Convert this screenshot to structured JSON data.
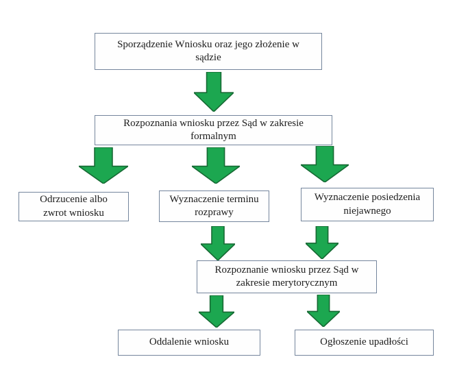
{
  "diagram": {
    "type": "flowchart",
    "language": "pl",
    "colors": {
      "background": "#ffffff",
      "arrow_fill": "#1ca750",
      "arrow_stroke": "#166933",
      "box_border": "#74859c",
      "box_fill": "#fefefe",
      "text": "#1c1c1c"
    },
    "nodes": [
      {
        "id": "sporzadzenie-wniosku",
        "label": "Sporządzenie Wniosku oraz jego złożenie w sądzie"
      },
      {
        "id": "rozpoznanie-formalne",
        "label": "Rozpoznania wniosku przez Sąd w zakresie formalnym"
      },
      {
        "id": "odrzucenie-zwrot",
        "label": "Odrzucenie albo zwrot wniosku"
      },
      {
        "id": "wyznaczenie-terminu",
        "label": "Wyznaczenie terminu rozprawy"
      },
      {
        "id": "posiedzenie-niejawne",
        "label": "Wyznaczenie posiedzenia niejawnego"
      },
      {
        "id": "rozpoznanie-merytoryczne",
        "label": "Rozpoznanie wniosku przez Sąd w zakresie merytorycznym"
      },
      {
        "id": "oddalenie-wniosku",
        "label": "Oddalenie wniosku"
      },
      {
        "id": "ogloszenie-upadlosci",
        "label": "Ogłoszenie upadłości"
      }
    ],
    "edges": [
      {
        "from": "sporzadzenie-wniosku",
        "to": "rozpoznanie-formalne"
      },
      {
        "from": "rozpoznanie-formalne",
        "to": "odrzucenie-zwrot"
      },
      {
        "from": "rozpoznanie-formalne",
        "to": "wyznaczenie-terminu"
      },
      {
        "from": "rozpoznanie-formalne",
        "to": "posiedzenie-niejawne"
      },
      {
        "from": "wyznaczenie-terminu",
        "to": "rozpoznanie-merytoryczne"
      },
      {
        "from": "posiedzenie-niejawne",
        "to": "rozpoznanie-merytoryczne"
      },
      {
        "from": "rozpoznanie-merytoryczne",
        "to": "oddalenie-wniosku"
      },
      {
        "from": "rozpoznanie-merytoryczne",
        "to": "ogloszenie-upadlosci"
      }
    ]
  }
}
